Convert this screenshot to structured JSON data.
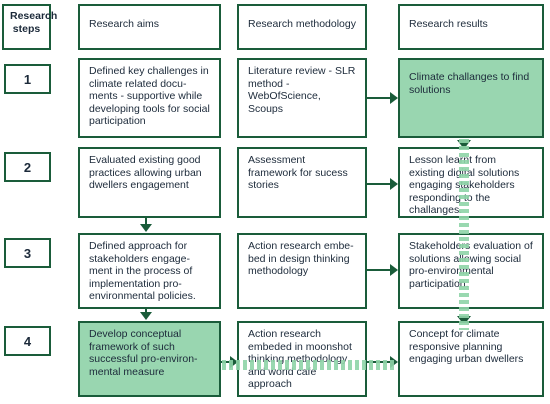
{
  "headers": {
    "steps": "Research steps",
    "aims": "Research aims",
    "methodology": "Research methodology",
    "results": "Research results"
  },
  "rows": [
    {
      "step": "1",
      "aim": "Defined key challenges in climate related docu-ments - supportive while developing tools for social participation",
      "method": "Literature review - SLR method - WebOfScience, Scoups",
      "result": "Climate challanges to find solutions"
    },
    {
      "step": "2",
      "aim": "Evaluated existing good practices allowing urban dwellers engagement",
      "method": "Assessment framework for sucess stories",
      "result": "Lesson learnt from existing digital solutions engaging stakeholders responding to the challanges."
    },
    {
      "step": "3",
      "aim": "Defined approach for stakeholders engage-ment in the process of implementation pro-environmental policies.",
      "method": "Action research embe-bed in design thinking methodology",
      "result": "Stakeholders evaluation of solutions allowing social pro-environmental participation."
    },
    {
      "step": "4",
      "aim": "Develop conceptual framework of such successful pro-environ-mental measure",
      "method": "Action research embeded in moonshot thinking methodology and world cafe approach",
      "result": "Concept for climate responsive planning engaging urban dwellers"
    }
  ],
  "colors": {
    "border": "#1a5c3a",
    "highlight": "#99d6b0",
    "dotted": "#8fd4a8"
  }
}
